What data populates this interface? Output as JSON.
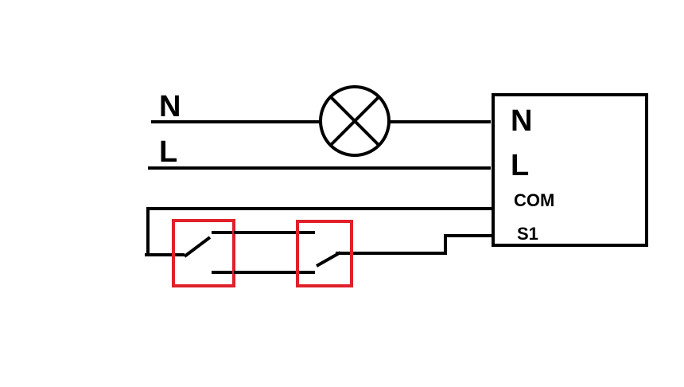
{
  "left_labels": {
    "n": "N",
    "l": "L"
  },
  "module": {
    "terminals": {
      "n": "N",
      "l": "L",
      "com": "COM",
      "s1": "S1"
    }
  },
  "colors": {
    "wire": "#000000",
    "switch_highlight": "#e0202a",
    "background": "#ffffff"
  },
  "components": {
    "lamp_icon": "lamp-icon",
    "switch_icon": "two-way-switch-icon"
  }
}
